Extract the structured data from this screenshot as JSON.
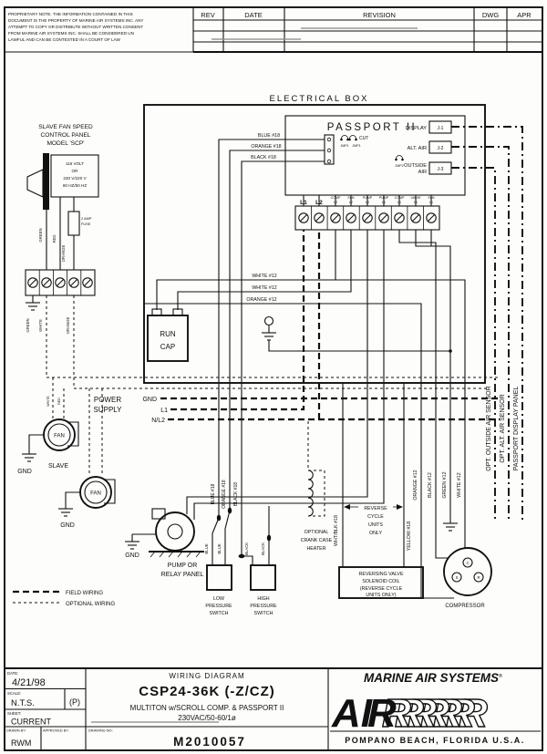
{
  "header": {
    "note_lines": [
      "PROPRIETARY NOTE.  THE INFORMATION CONTAINED IN THIS",
      "DOCUMENT IS THE PROPERTY OF MARINE AIR SYSTEMS INC. ANY",
      "ATTEMPT TO COPY OR DISTRIBUTE WITHOUT WRITTEN CONSENT",
      "FROM MARINE AIR SYSTEMS INC. SHALL BE CONSIDERED UN",
      "LAWFUL AND CAN BE CONTESTED IN A COURT OF LAW"
    ],
    "col_rev": "REV",
    "col_date": "DATE",
    "col_revision": "REVISION",
    "col_dwg": "DWG",
    "col_apr": "APR"
  },
  "diagram": {
    "electrical_box": "ELECTRICAL BOX",
    "passport": "PASSPORT II",
    "wire_blue18": "BLUE #18",
    "wire_orange18": "ORANGE #18",
    "wire_black18": "BLACK #18",
    "cut": "CUT",
    "jmp1": "JMP1",
    "jmp2": "JMP2",
    "display": "DISPLAY",
    "j1": "J-1",
    "alt_air": "ALT. AIR",
    "j2": "J-2",
    "outside": "OUTSIDE",
    "air": "AIR",
    "j3": "J-3",
    "terminals_main": [
      "L1",
      "L2"
    ],
    "terminals_small": [
      [
        "COMP",
        "L2"
      ],
      [
        "FAN",
        "L2"
      ],
      [
        "PUMP",
        "L2"
      ],
      [
        "PUMP",
        "L1"
      ],
      [
        "COMP",
        "L1"
      ],
      [
        "VALVE",
        "L1"
      ],
      [
        "FAN",
        "L1"
      ]
    ],
    "wire_white12": "WHITE #12",
    "wire_orange12": "ORANGE #12",
    "run_cap": [
      "RUN",
      "CAP"
    ],
    "power_supply": [
      "POWER",
      "SUPPLY"
    ],
    "gnd": "GND",
    "l1": "L1",
    "nl2": "N/L2",
    "fan": "FAN",
    "slave": "SLAVE",
    "pump_label": [
      "PUMP OR",
      "RELAY PANEL"
    ],
    "low_switch": [
      "LOW",
      "PRESSURE",
      "SWITCH"
    ],
    "high_switch": [
      "HIGH",
      "PRESSURE",
      "SWITCH"
    ],
    "legend_field": "FIELD WIRING",
    "legend_optional": "OPTIONAL WIRING",
    "crank_heater": [
      "OPTIONAL",
      "CRANK CASE",
      "HEATER"
    ],
    "wire_whtblk18": "WHT/BLK #18",
    "rev_cycle": [
      "REVERSE",
      "CYCLE",
      "UNITS",
      "ONLY"
    ],
    "wire_yellow18": "YELLOW #18",
    "reversing_valve": [
      "REVERSING VALVE",
      "SOLENOID COIL",
      "(REVERSE CYCLE",
      "UNITS ONLY)"
    ],
    "wire_black12": "BLACK #12",
    "wire_green12": "GREEN #12",
    "compressor": "COMPRESSOR",
    "term_s": "S",
    "term_c": "C",
    "term_r": "R",
    "opt_outside_air_sensor": "OPT. OUTSIDE AIR SENSOR",
    "opt_alt_air_sensor": "OPT. ALT. AIR SENSOR",
    "passport_display_panel": "PASSPORT DISPLAY PANEL",
    "scp_title": [
      "SLAVE FAN SPEED",
      "CONTROL PANEL",
      "MODEL 'SCP'"
    ],
    "scp_box": [
      "115 VOLT",
      "OR",
      "230 V/220 V",
      "60 HZ/50 HZ"
    ],
    "fuse": [
      "2 AMP",
      "FUSE"
    ],
    "green": "GREEN",
    "white": "WHITE",
    "red": "RED",
    "orange": "ORANGE",
    "blue": "BLUE",
    "black": "BLACK"
  },
  "titleblock": {
    "date_label": "DATE:",
    "date_value": "4/21/98",
    "scale_label": "SCALE:",
    "scale_value": "N.T.S.",
    "scale_p": "(P)",
    "sheet_label": "SHEET:",
    "sheet_value": "CURRENT",
    "drawn_label": "DRAWN BY:",
    "drawn_value": "RWM",
    "approved_label": "APPROVED BY:",
    "drawing_label": "DRAWING NO:",
    "drawing_value": "M2010057",
    "title_line1": "WIRING DIAGRAM",
    "title_line2": "CSP24-36K (-Z/CZ)",
    "title_line3": "MULTITON w/SCROLL COMP. & PASSPORT II",
    "title_line4": "230VAC/50-60/1ø",
    "logo_name": "MARINE AIR SYSTEMS",
    "logo_reg": "®",
    "logo_air_ai": "AI",
    "logo_r": "R",
    "logo_city": "POMPANO BEACH, FLORIDA U.S.A."
  }
}
